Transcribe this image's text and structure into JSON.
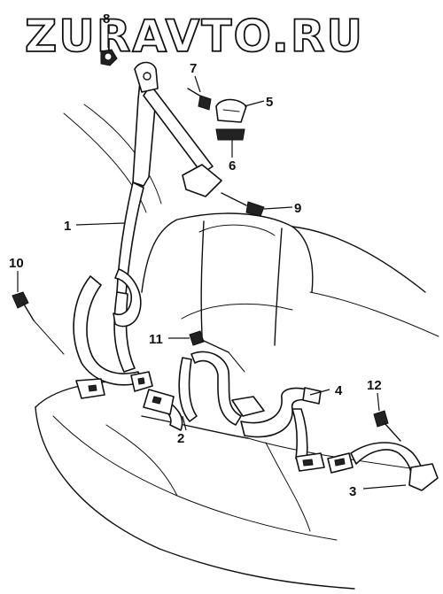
{
  "watermark": "ZURAVTO.RU",
  "callouts": {
    "c1": "1",
    "c2": "2",
    "c3": "3",
    "c4": "4",
    "c5": "5",
    "c6": "6",
    "c7": "7",
    "c8": "8",
    "c9": "9",
    "c10": "10",
    "c11": "11",
    "c12": "12"
  }
}
